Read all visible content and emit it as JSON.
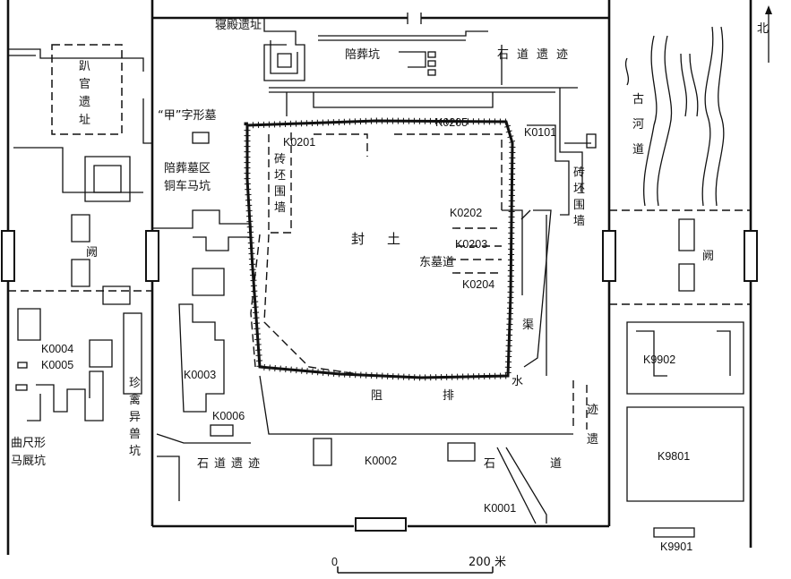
{
  "labels": {
    "qin_dian": "寝殿遗址",
    "pei_zang_keng": "陪葬坑",
    "shi_dao_top": "石道遗迹",
    "bian_guan": [
      "趴",
      "官",
      "遗",
      "址"
    ],
    "jia_mu": "“甲”字形墓",
    "pei_zang_mu_qu": "陪葬墓区",
    "tong_che": "铜车马坑",
    "zhuan_wei_qiang_left": [
      "砖",
      "坯",
      "围",
      "墙"
    ],
    "zhuan_wei_qiang_right": [
      "砖",
      "坯",
      "围",
      "墙"
    ],
    "feng_tu": [
      "封",
      "土"
    ],
    "dong_mu_dao": "东墓道",
    "gu_he_dao": [
      "古",
      "河",
      "道"
    ],
    "que_left": "阙",
    "que_right": "阙",
    "qu": "渠",
    "shui": "水",
    "zu": "阻",
    "pai": "排",
    "ji_yi_right": [
      "迹",
      "遗"
    ],
    "shi_dao_bottom_left": "石道遗迹",
    "shi_bottom": "石",
    "dao_bottom": "道",
    "qu_chi": [
      "曲尺形",
      "马厩坑"
    ],
    "zhen_qin": [
      "珍",
      "禽",
      "异",
      "兽",
      "坑"
    ],
    "north": "北"
  },
  "codes": {
    "K0201": "K0201",
    "K0205": "K0205",
    "K0101": "K0101",
    "K0202": "K0202",
    "K0203": "K0203",
    "K0204": "K0204",
    "K0004": "K0004",
    "K0005": "K0005",
    "K0003": "K0003",
    "K0006": "K0006",
    "K0002": "K0002",
    "K0001": "K0001",
    "K9902": "K9902",
    "K9801": "K9801",
    "K9901": "K9901"
  },
  "scale_bar": {
    "start": "0",
    "end": "200 米"
  }
}
